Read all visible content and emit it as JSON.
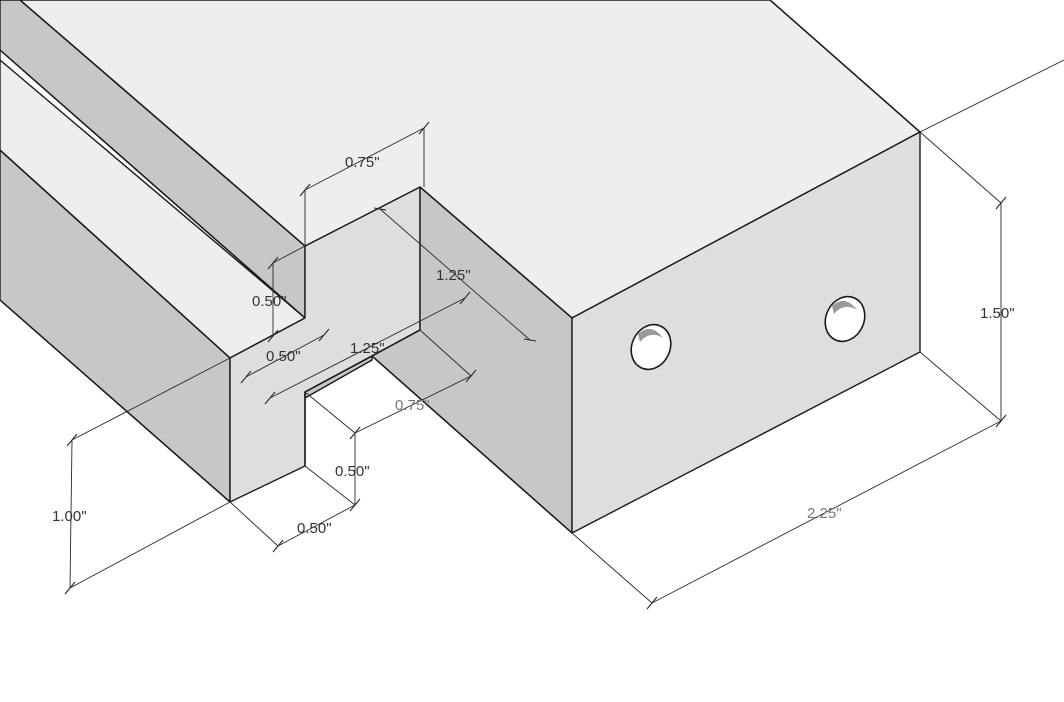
{
  "dimensions": {
    "tenon_depth_top": "0.75\"",
    "shoulder_height_left": "0.50\"",
    "shoulder_width_left": "0.50\"",
    "tenon_length_a": "1.25\"",
    "tenon_length_b": "1.25\"",
    "slot_depth_bottom": "0.75\"",
    "slot_height": "0.50\"",
    "slot_width": "0.50\"",
    "left_block_height": "1.00\"",
    "right_block_height": "1.50\"",
    "right_block_width": "2.25\""
  },
  "holes": [
    "bore-hole-left",
    "bore-hole-right"
  ],
  "colors": {
    "top_face": "#eeeeee",
    "side_face": "#c7c7c7",
    "front_face": "#dedede",
    "edge": "#1a1a1a",
    "dimension": "#333333"
  }
}
